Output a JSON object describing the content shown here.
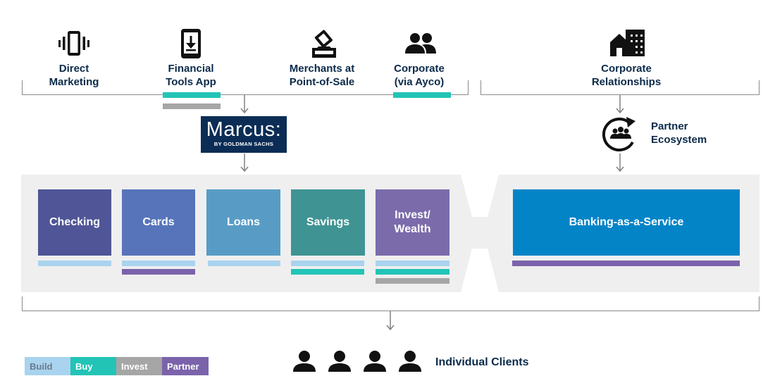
{
  "channels": {
    "direct_marketing": "Direct\nMarketing",
    "financial_tools_app": "Financial\nTools App",
    "merchants_pos": "Merchants at\nPoint-of-Sale",
    "corporate_ayco": "Corporate\n(via Ayco)",
    "corporate_relationships": "Corporate\nRelationships"
  },
  "marcus_logo": {
    "wordmark": "Marcus:",
    "sub": "BY GOLDMAN SACHS"
  },
  "partner_ecosystem": "Partner\nEcosystem",
  "products": [
    {
      "label": "Checking",
      "color": "#4f5596"
    },
    {
      "label": "Cards",
      "color": "#5774ba"
    },
    {
      "label": "Loans",
      "color": "#589cc6"
    },
    {
      "label": "Savings",
      "color": "#3f9493"
    },
    {
      "label": "Invest/\nWealth",
      "color": "#7b6bab"
    }
  ],
  "baas_label": "Banking-as-a-Service",
  "baas_color": "#0284c7",
  "legend": [
    {
      "label": "Build",
      "color": "#a9d3ee"
    },
    {
      "label": "Buy",
      "color": "#22c4b6"
    },
    {
      "label": "Invest",
      "color": "#a6a6a6"
    },
    {
      "label": "Partner",
      "color": "#7b63ab"
    }
  ],
  "individual_clients": "Individual Clients"
}
